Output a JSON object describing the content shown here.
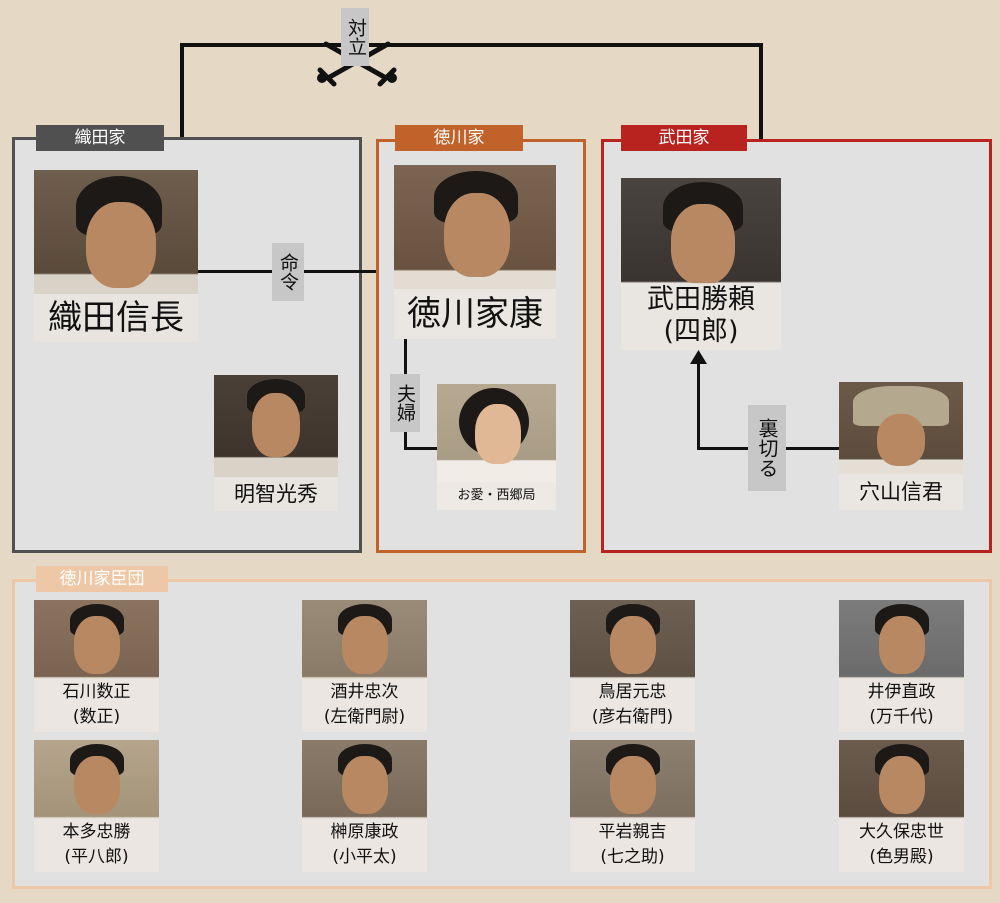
{
  "colors": {
    "background": "#e5d9c6",
    "oda": "#505050",
    "tokugawa": "#c0622a",
    "takeda": "#b8231f",
    "retainers": "#eec8a6",
    "connector": "#111111"
  },
  "conflict": {
    "label": "対立",
    "icon": "crossed-swords-icon"
  },
  "houses": {
    "oda": {
      "name": "織田家",
      "members": [
        {
          "name": "織田信長"
        },
        {
          "name": "明智光秀"
        }
      ]
    },
    "tokugawa": {
      "name": "徳川家",
      "members": [
        {
          "name": "徳川家康"
        },
        {
          "name": "お愛・西郷局"
        }
      ]
    },
    "takeda": {
      "name": "武田家",
      "members": [
        {
          "name": "武田勝頼",
          "alias": "(四郎)"
        },
        {
          "name": "穴山信君"
        }
      ]
    }
  },
  "relations": {
    "command": "命令",
    "married": "夫婦",
    "betray": "裏切る"
  },
  "retainers": {
    "title": "徳川家臣団",
    "members": [
      {
        "name": "石川数正",
        "alias": "(数正)"
      },
      {
        "name": "酒井忠次",
        "alias": "(左衛門尉)"
      },
      {
        "name": "鳥居元忠",
        "alias": "(彦右衛門)"
      },
      {
        "name": "井伊直政",
        "alias": "(万千代)"
      },
      {
        "name": "本多忠勝",
        "alias": "(平八郎)"
      },
      {
        "name": "榊原康政",
        "alias": "(小平太)"
      },
      {
        "name": "平岩親吉",
        "alias": "(七之助)"
      },
      {
        "name": "大久保忠世",
        "alias": "(色男殿)"
      }
    ]
  }
}
